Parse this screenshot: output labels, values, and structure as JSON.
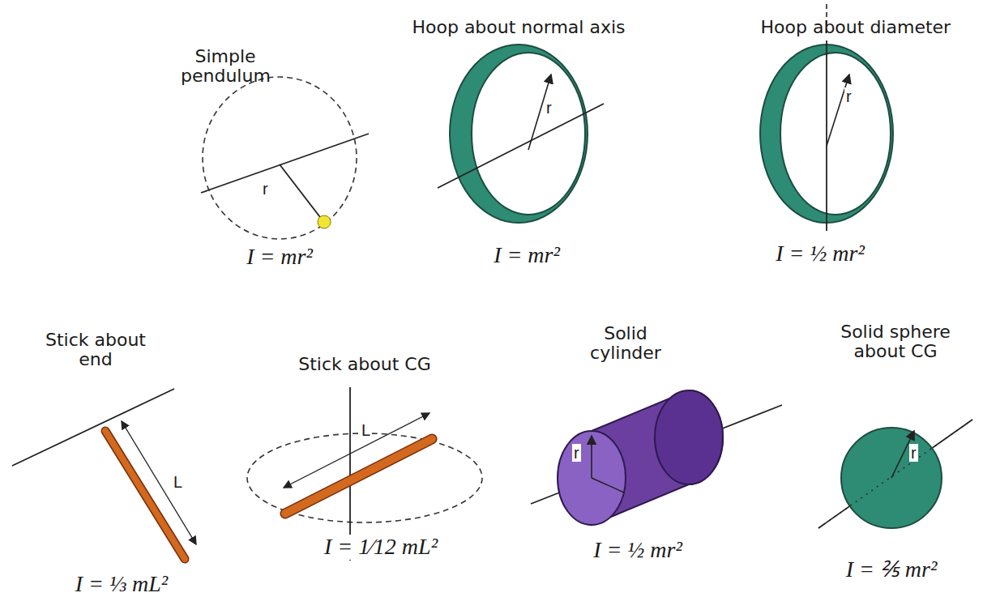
{
  "diagram": {
    "labels": [
      "Simple pendulum",
      "I = mr²",
      "r",
      "Hoop about normal axis",
      "r",
      "I = mr²",
      "Hoop about diameter",
      "r",
      "I = ½ mr²",
      "Stick about end",
      "L",
      "I = ⅓ mL²",
      "Stick about CG",
      "L",
      "I = 1⁄12 mL²",
      "Solid cylinder",
      "r",
      "I = ½ mr²",
      "Solid sphere about CG",
      "r",
      "I = ⅖ mr²"
    ]
  }
}
